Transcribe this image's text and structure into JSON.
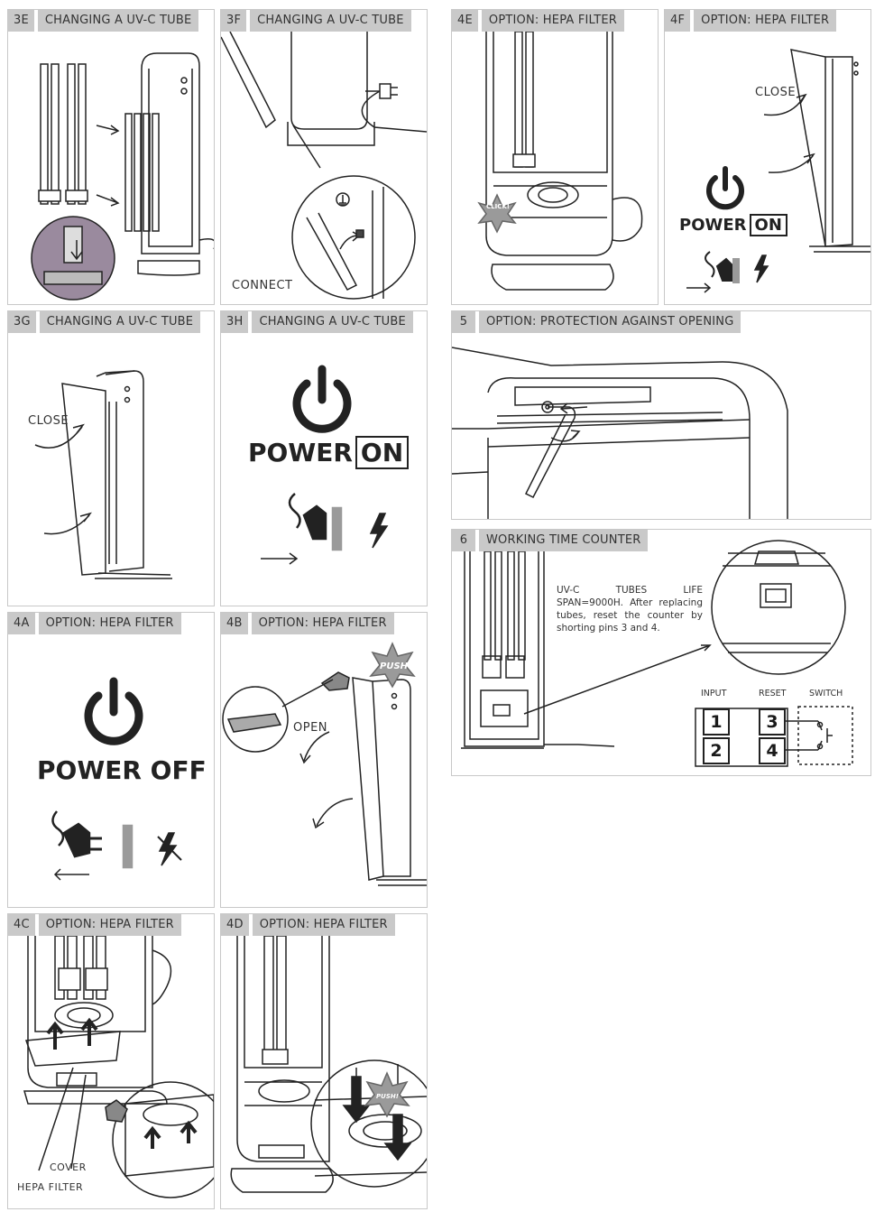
{
  "panels": {
    "p3e": {
      "num": "3E",
      "title": "CHANGING A UV-C TUBE"
    },
    "p3f": {
      "num": "3F",
      "title": "CHANGING A UV-C TUBE",
      "caption": "CONNECT"
    },
    "p4e": {
      "num": "4E",
      "title": "OPTION: HEPA FILTER",
      "badge": "CLICK!"
    },
    "p4f": {
      "num": "4F",
      "title": "OPTION: HEPA FILTER",
      "caption": "CLOSE",
      "power_word": "POWER",
      "power_state": "ON"
    },
    "p3g": {
      "num": "3G",
      "title": "CHANGING A UV-C TUBE",
      "caption": "CLOSE"
    },
    "p3h": {
      "num": "3H",
      "title": "CHANGING A UV-C TUBE",
      "power_word": "POWER",
      "power_state": "ON"
    },
    "p5": {
      "num": "5",
      "title": "OPTION: PROTECTION AGAINST OPENING"
    },
    "p6": {
      "num": "6",
      "title": "WORKING TIME COUNTER",
      "note": "UV-C TUBES LIFE SPAN=9000H. After replacing tubes, reset the counter by shorting pins 3 and 4.",
      "label_input": "INPUT",
      "label_reset": "RESET",
      "label_switch": "SWITCH",
      "pins": [
        "1",
        "2",
        "3",
        "4"
      ]
    },
    "p4a": {
      "num": "4A",
      "title": "OPTION: HEPA FILTER",
      "power_text": "POWER OFF"
    },
    "p4b": {
      "num": "4B",
      "title": "OPTION: HEPA FILTER",
      "caption": "OPEN",
      "badge": "PUSH"
    },
    "p4c": {
      "num": "4C",
      "title": "OPTION: HEPA FILTER",
      "caption1": "COVER",
      "caption2": "HEPA FILTER"
    },
    "p4d": {
      "num": "4D",
      "title": "OPTION: HEPA FILTER",
      "badge": "PUSH!"
    }
  },
  "colors": {
    "header_bg": "#c9c9c9",
    "line": "#222222",
    "badge": "#9a9a9a"
  },
  "icons": [
    "power-icon",
    "plug-icon",
    "lightning-icon",
    "arrow-icon"
  ]
}
